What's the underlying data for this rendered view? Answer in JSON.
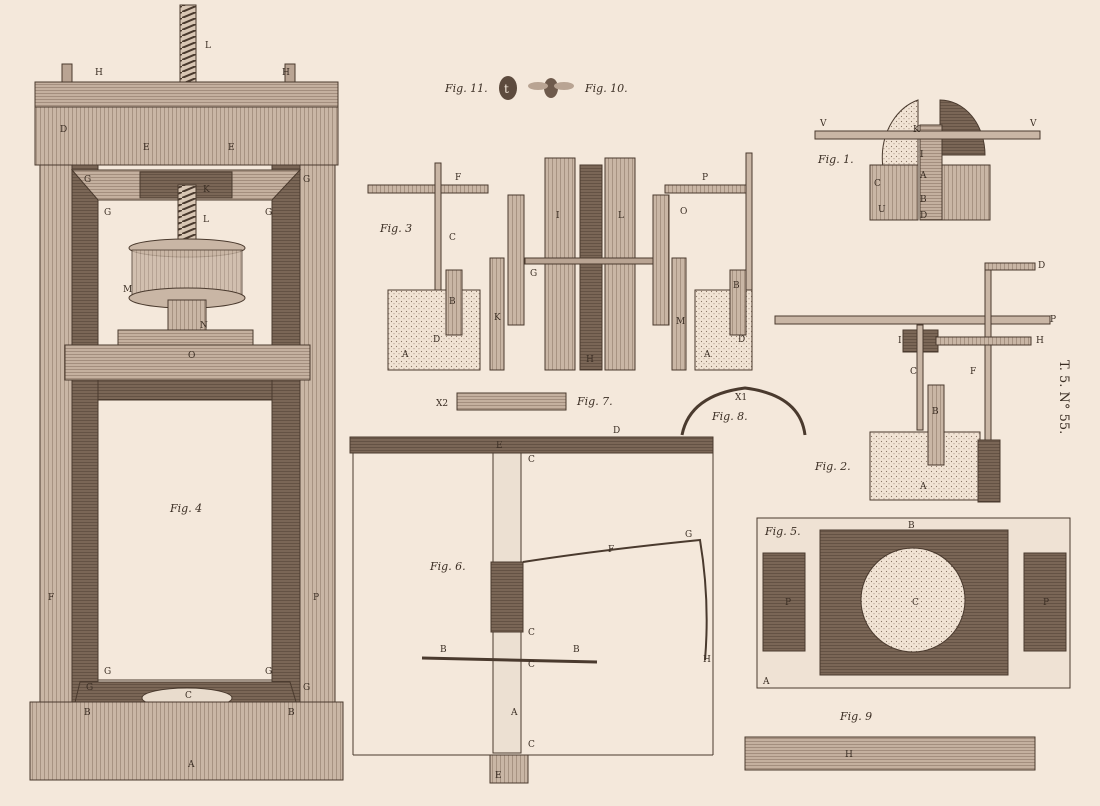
{
  "plate_number": "T. 5. N° 55.",
  "captions": {
    "fig1": "Fig. 1.",
    "fig2": "Fig. 2.",
    "fig3": "Fig. 3",
    "fig4": "Fig. 4",
    "fig5": "Fig. 5.",
    "fig6": "Fig. 6.",
    "fig7": "Fig. 7.",
    "fig8": "Fig. 8.",
    "fig9": "Fig. 9",
    "fig10": "Fig. 10.",
    "fig11": "Fig. 11."
  },
  "labels": {
    "fig4": [
      "L",
      "H",
      "H",
      "D",
      "E",
      "E",
      "K",
      "L",
      "G",
      "G",
      "G",
      "G",
      "M",
      "N",
      "O",
      "F",
      "P",
      "G",
      "G",
      "G",
      "G",
      "B",
      "B",
      "C",
      "A"
    ],
    "fig3": [
      "F",
      "C",
      "B",
      "A",
      "D",
      "G",
      "K",
      "I",
      "L",
      "H",
      "P",
      "O",
      "M",
      "B",
      "A",
      "D"
    ],
    "fig7": [
      "X2"
    ],
    "fig8": [
      "X1"
    ],
    "fig6": [
      "E",
      "D",
      "C",
      "F",
      "G",
      "C",
      "B",
      "B",
      "C",
      "H",
      "A",
      "C",
      "E"
    ],
    "fig1": [
      "V",
      "V",
      "K",
      "I",
      "A",
      "B",
      "D",
      "C",
      "U"
    ],
    "fig2": [
      "D",
      "P",
      "I",
      "H",
      "C",
      "F",
      "B",
      "A"
    ],
    "fig5": [
      "B",
      "P",
      "C",
      "P",
      "A"
    ],
    "fig9": [
      "H"
    ]
  },
  "colors": {
    "paper": "#f4e8db",
    "ink": "#4a3a2e",
    "wood": "#b9a493",
    "dark": "#6e5a4c"
  }
}
